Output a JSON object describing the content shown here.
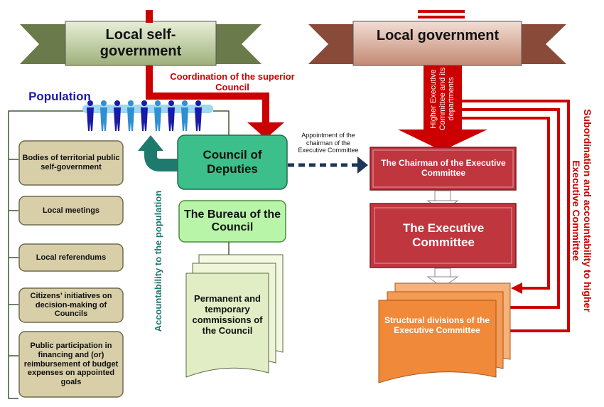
{
  "banners": {
    "left_title": "Local self-government",
    "right_title": "Local government"
  },
  "labels": {
    "coordination": "Coordination of the superior Council",
    "population": "Population",
    "higher_exec": "Higher Executive Committee and its departments",
    "appointment": "Appointment of the chairman of the Executive Committee",
    "accountability": "Accountability to the population",
    "subordination": "Subordination and accountability to higher Executive Committee"
  },
  "council": {
    "deputies": "Council of Deputies",
    "bureau": "The Bureau of the Council",
    "commissions": "Permanent and temporary commissions of the Council"
  },
  "left_items": [
    "Bodies of territorial public self-government",
    "Local meetings",
    "Local referendums",
    "Citizens’ initiatives on decision-making of Councils",
    "Public participation in financing and (or) reimbursement of budget expenses on appointed goals"
  ],
  "executive": {
    "chairman": "The Chairman of the Executive Committee",
    "committee": "The Executive Committee",
    "divisions": "Structural divisions of the Executive Committee"
  },
  "colors": {
    "red": "#cc0000",
    "teal": "#1f7a6e",
    "blue": "#1a1aa8",
    "navy": "#1d3557",
    "green": "#3cbf8a",
    "light_green": "#b8f5a8",
    "tan": "#d8cfa9",
    "exec_red": "#c0363f",
    "orange": "#f08a3a"
  }
}
